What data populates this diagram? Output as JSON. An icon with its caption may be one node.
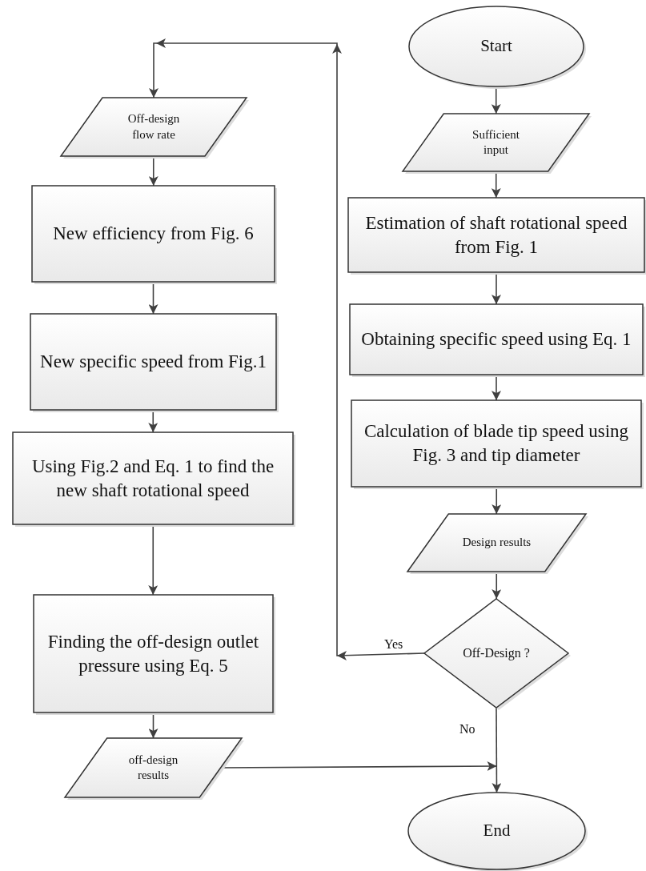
{
  "diagram": {
    "nodes": [
      {
        "text": [
          "Start"
        ]
      },
      {
        "text": [
          "Sufficient input"
        ]
      },
      {
        "text": [
          "Estimation of shaft rotational speed from Fig. 1"
        ]
      },
      {
        "text": [
          "Obtaining specific speed using Eq. 1"
        ]
      },
      {
        "text": [
          "Calculation of blade tip speed using Fig. 3 and tip diameter"
        ]
      },
      {
        "text": [
          "Design results"
        ]
      },
      {
        "text": [
          "Off-Design ?"
        ]
      },
      {
        "text": [
          "End"
        ]
      },
      {
        "text": [
          "Off-design flow rate"
        ]
      },
      {
        "text": [
          "New efficiency from Fig. 6"
        ]
      },
      {
        "text": [
          "New specific speed from Fig.1"
        ]
      },
      {
        "text": [
          "Using Fig.2 and Eq. 1 to find the new shaft rotational speed"
        ]
      },
      {
        "text": [
          "Finding the off-design outlet pressure using Eq. 5"
        ]
      },
      {
        "text": [
          "off-design results"
        ]
      }
    ],
    "edges": [
      {
        "from": 0,
        "to": 1,
        "arrow": "to"
      },
      {
        "from": 1,
        "to": 2,
        "arrow": "to"
      },
      {
        "from": 2,
        "to": 3,
        "arrow": "to"
      },
      {
        "from": 3,
        "to": 4,
        "arrow": "to"
      },
      {
        "from": 4,
        "to": 5,
        "arrow": "to"
      },
      {
        "from": 5,
        "to": 6,
        "arrow": "to"
      },
      {
        "from": 6,
        "to": 7,
        "arrow": "to",
        "label": "No"
      },
      {
        "from": 6,
        "to": 8,
        "arrow": "to",
        "label": "Yes"
      },
      {
        "from": 8,
        "to": 9,
        "arrow": "to"
      },
      {
        "from": 9,
        "to": 10,
        "arrow": "to"
      },
      {
        "from": 10,
        "to": 11,
        "arrow": "to"
      },
      {
        "from": 11,
        "to": 12,
        "arrow": "to"
      },
      {
        "from": 12,
        "to": 13,
        "arrow": "to"
      },
      {
        "from": 13,
        "to": 7,
        "arrow": "to"
      }
    ]
  }
}
